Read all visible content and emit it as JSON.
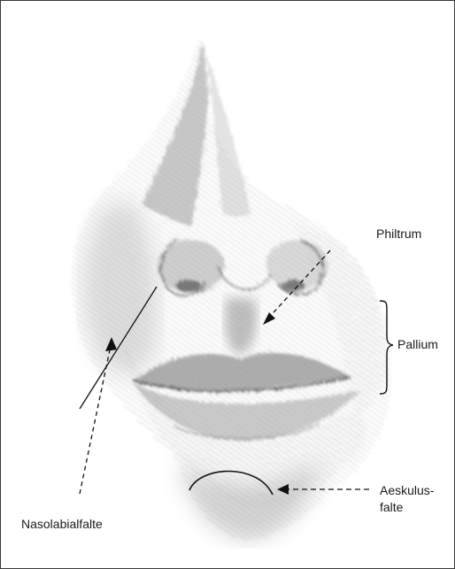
{
  "labels": {
    "philtrum": "Philtrum",
    "pallium": "Pallium",
    "nasolabial": "Nasolabialfalte",
    "aeskulus_line1": "Aeskulus-",
    "aeskulus_line2": "falte"
  }
}
